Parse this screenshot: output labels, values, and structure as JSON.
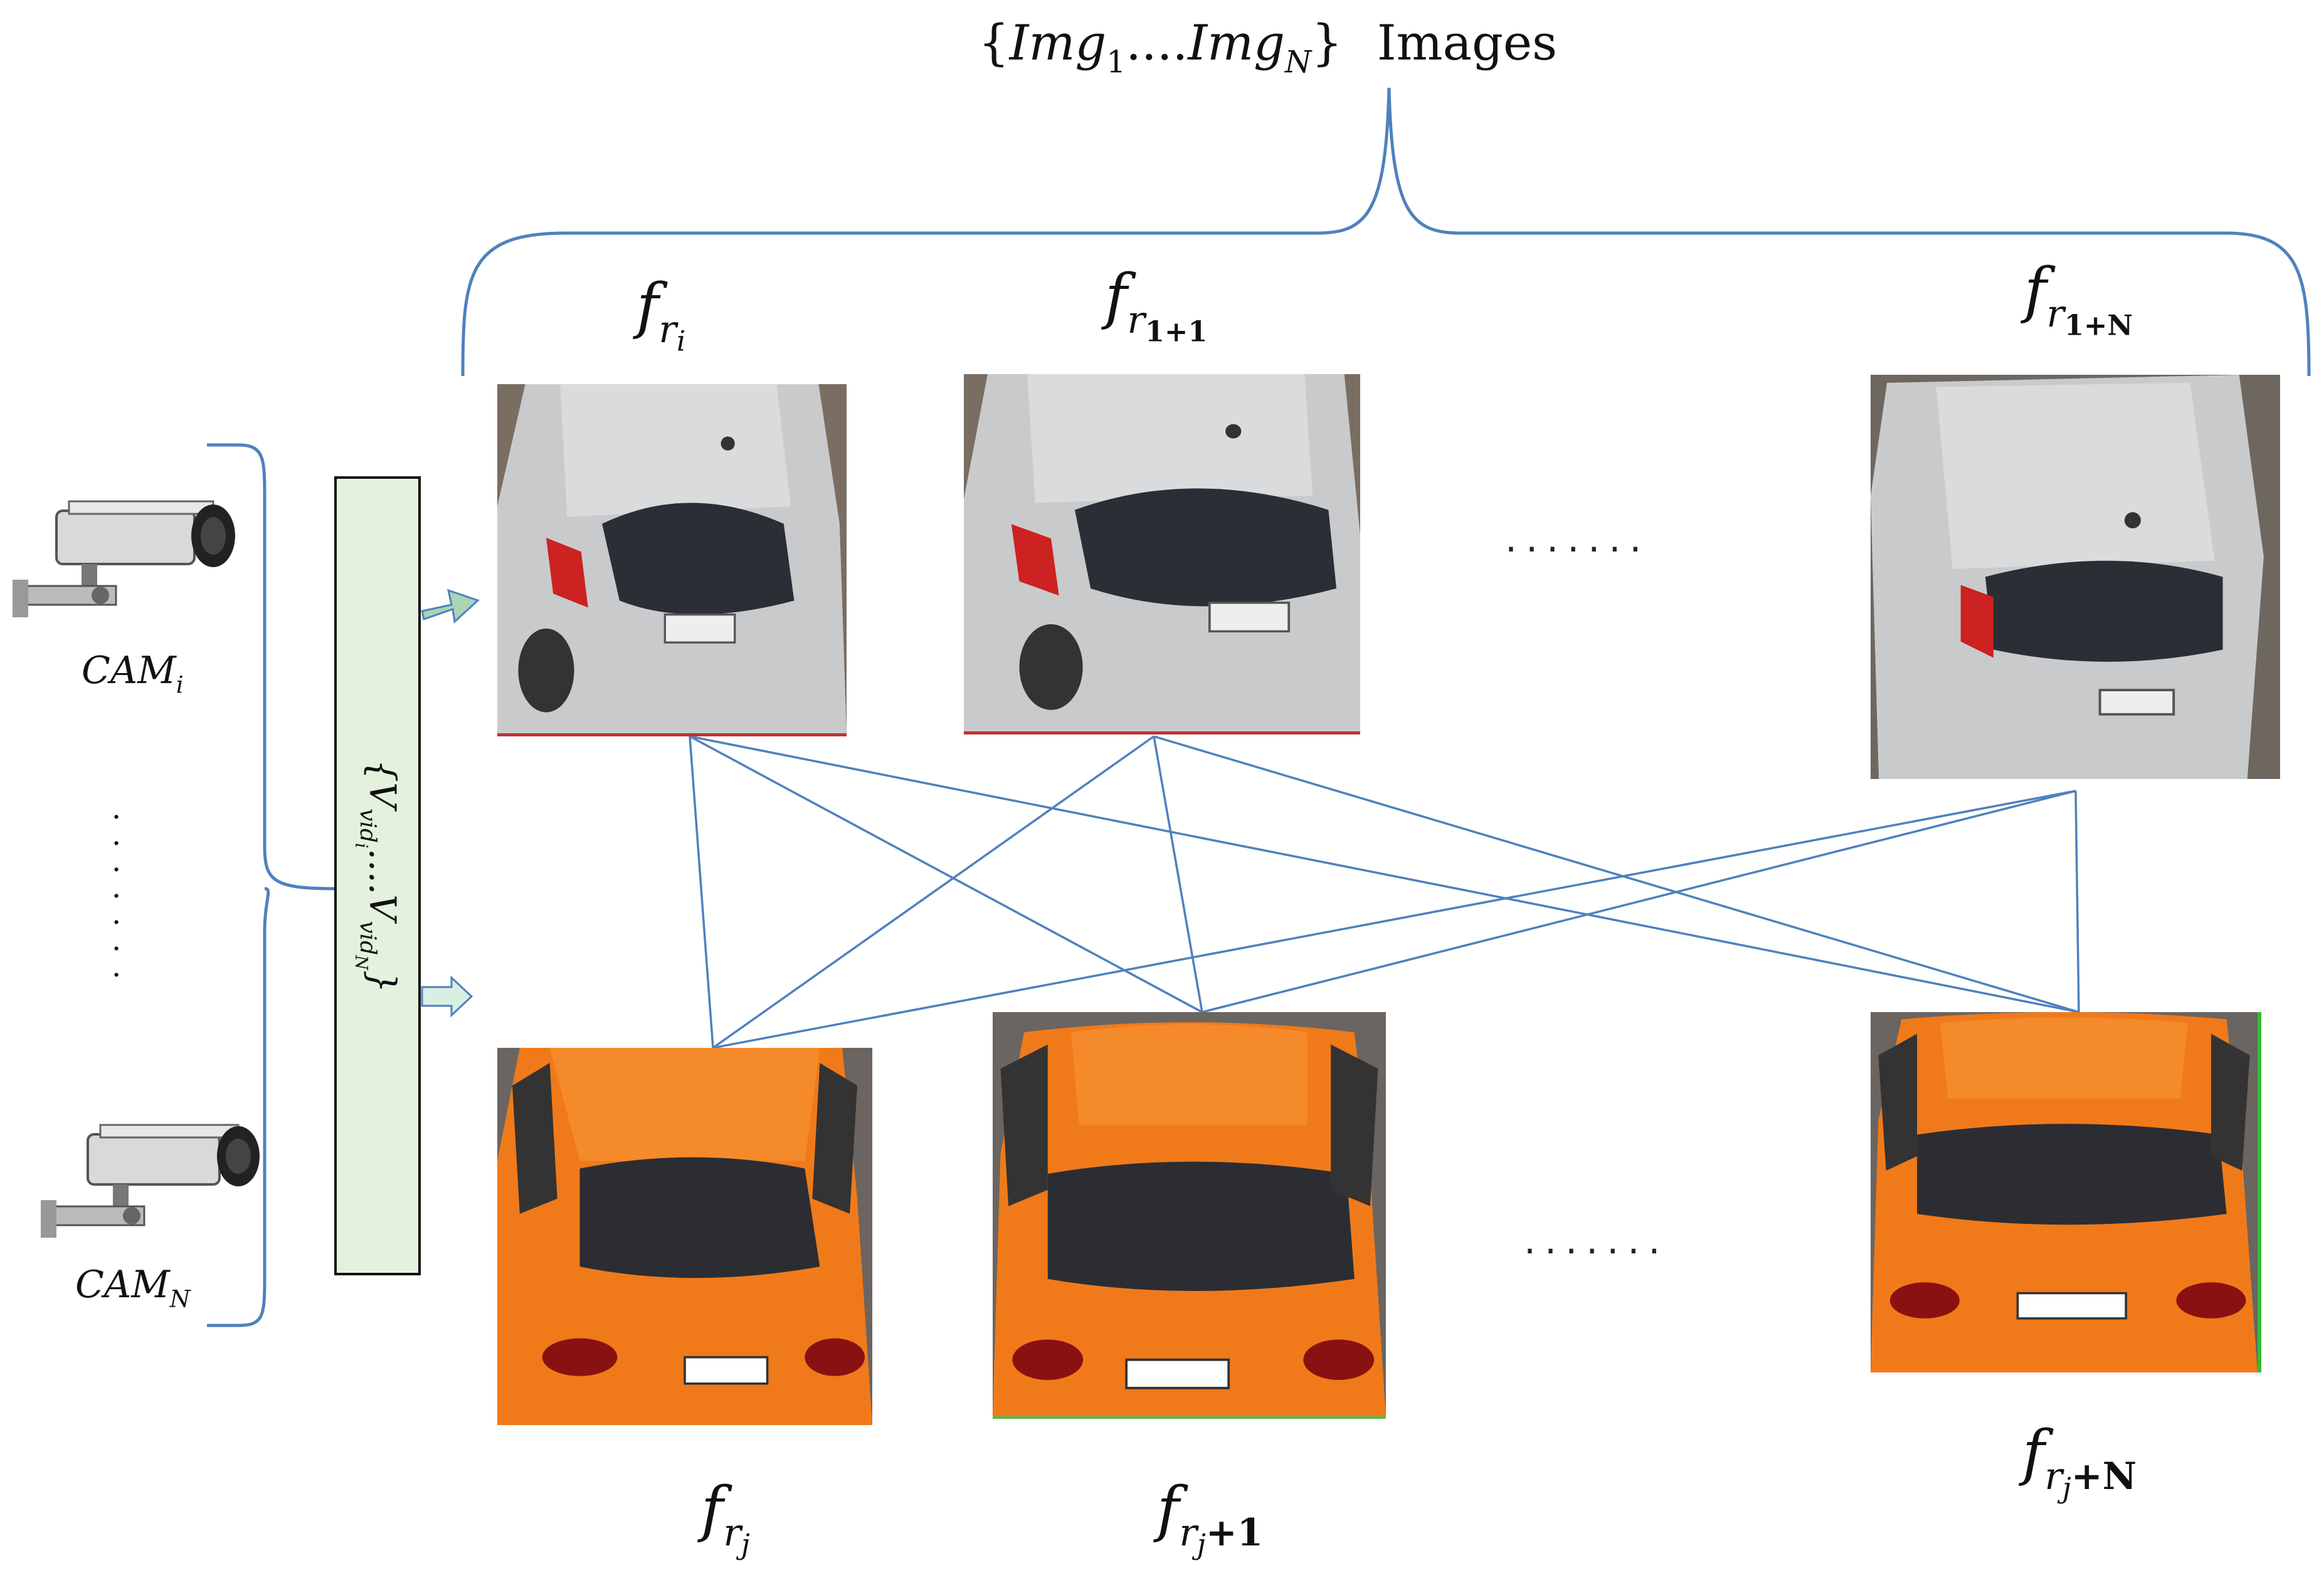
{
  "diagram": {
    "images_label": {
      "open": "{",
      "img": "Img",
      "sub1": "1",
      "mid": "....",
      "subN": "N",
      "close": "}",
      "word": "Images"
    },
    "top_frames": [
      {
        "f": "f",
        "r": "r",
        "s": "i"
      },
      {
        "f": "f",
        "r": "r",
        "s": "1+1"
      },
      {
        "f": "f",
        "r": "r",
        "s": "1+N"
      }
    ],
    "bottom_frames": [
      {
        "f": "f",
        "r": "r",
        "j": "j",
        "s": ""
      },
      {
        "f": "f",
        "r": "r",
        "j": "j",
        "s": "+1"
      },
      {
        "f": "f",
        "r": "r",
        "j": "j",
        "s": "+N"
      }
    ],
    "cameras": [
      {
        "cam": "CAM",
        "sub": "i"
      },
      {
        "cam": "CAM",
        "sub": "N"
      }
    ],
    "video_set": {
      "open": "{",
      "v1": "V",
      "v1_sub": "vid",
      "v1_subsub": "i",
      "dots": "....",
      "v2": "V",
      "v2_sub": "vid",
      "v2_subsub": "N",
      "close": "}"
    },
    "dots_top": ".......",
    "dots_bottom": ".......",
    "dots_vertical": [
      "·",
      "·",
      "·",
      "·",
      "·",
      "·",
      "·"
    ],
    "colors": {
      "line": "#4f81bd",
      "box_fill": "#e3f1dd",
      "arrow_fill": "#a9d5b3",
      "silver_car": "#c7c8ca",
      "orange_car": "#f07a1a"
    }
  }
}
